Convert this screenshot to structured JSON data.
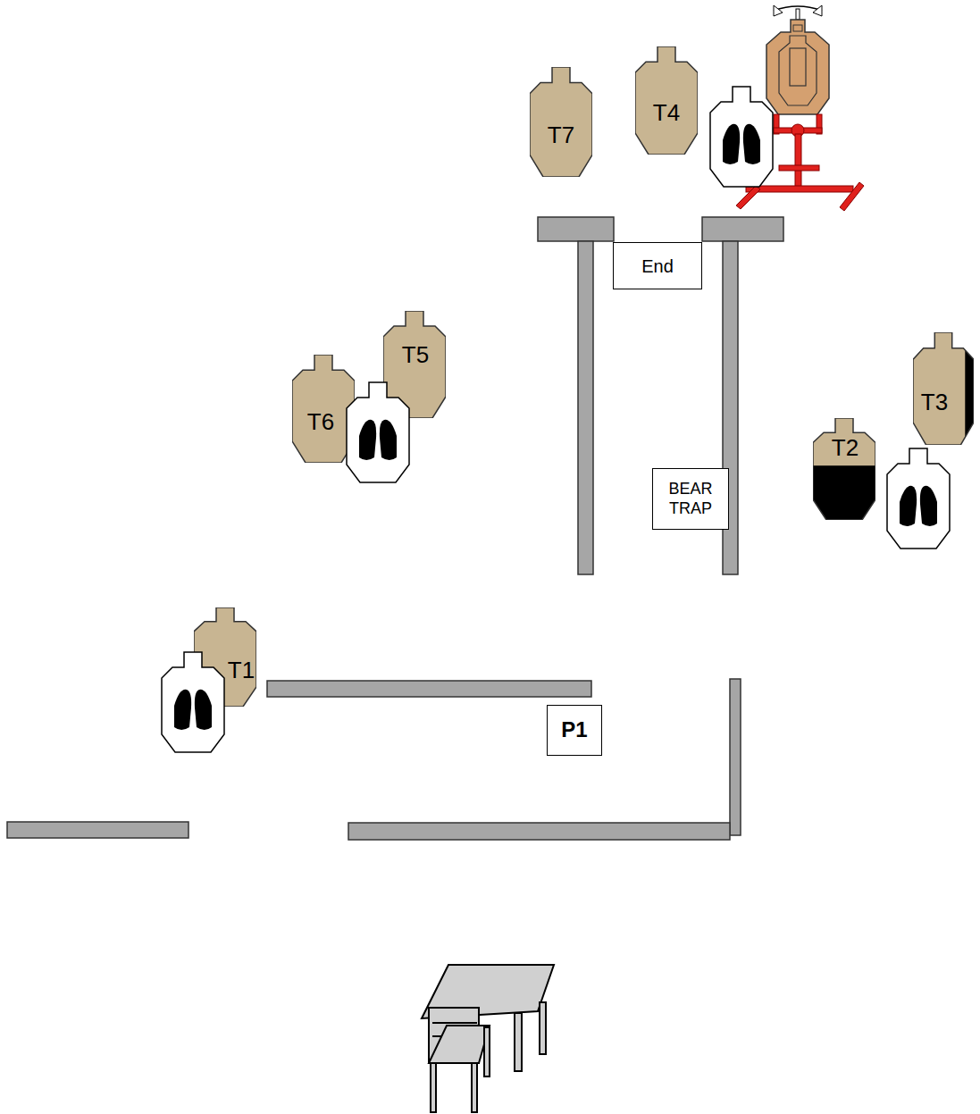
{
  "diagram": {
    "nodes": [
      {
        "text": [
          "T7"
        ]
      },
      {
        "text": [
          "T4"
        ]
      },
      {
        "text": [
          "End"
        ]
      },
      {
        "text": [
          "T5"
        ]
      },
      {
        "text": [
          "T6"
        ]
      },
      {
        "text": [
          "BEAR TRAP"
        ]
      },
      {
        "text": [
          "T3"
        ]
      },
      {
        "text": [
          "T2"
        ]
      },
      {
        "text": [
          "T1"
        ]
      },
      {
        "text": [
          "P1"
        ]
      }
    ]
  }
}
